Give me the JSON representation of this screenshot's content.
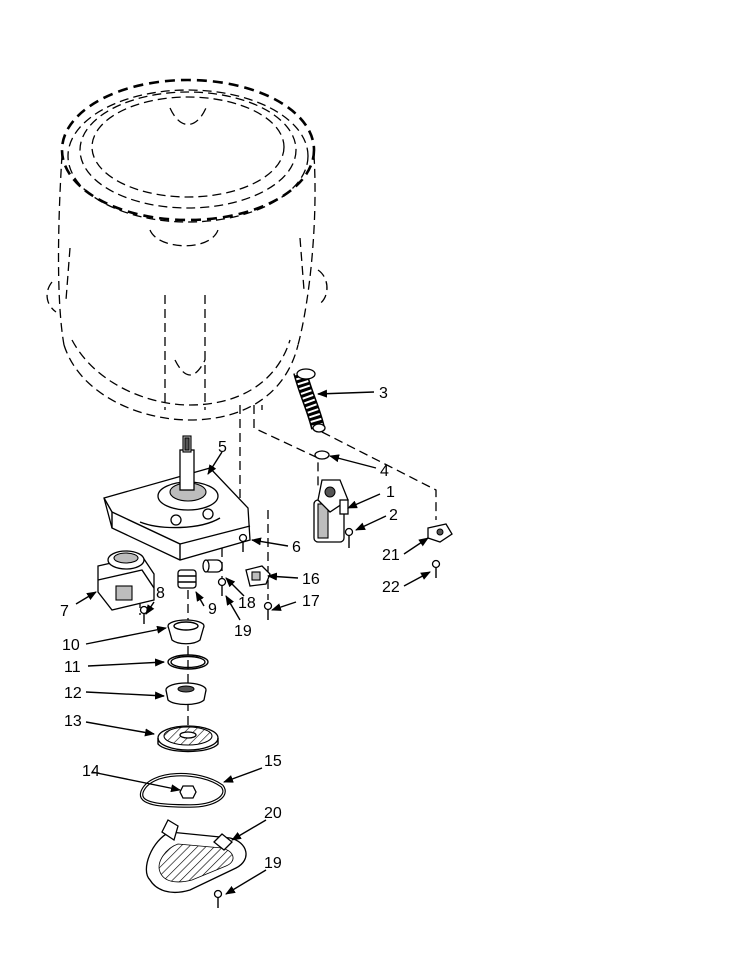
{
  "diagram": {
    "callouts": [
      {
        "id": "1",
        "text": "1"
      },
      {
        "id": "2",
        "text": "2"
      },
      {
        "id": "3",
        "text": "3"
      },
      {
        "id": "4",
        "text": "4"
      },
      {
        "id": "5",
        "text": "5"
      },
      {
        "id": "6",
        "text": "6"
      },
      {
        "id": "7",
        "text": "7"
      },
      {
        "id": "8",
        "text": "8"
      },
      {
        "id": "9",
        "text": "9"
      },
      {
        "id": "10",
        "text": "10"
      },
      {
        "id": "11",
        "text": "11"
      },
      {
        "id": "12",
        "text": "12"
      },
      {
        "id": "13",
        "text": "13"
      },
      {
        "id": "14",
        "text": "14"
      },
      {
        "id": "15",
        "text": "15"
      },
      {
        "id": "16",
        "text": "16"
      },
      {
        "id": "17",
        "text": "17"
      },
      {
        "id": "18",
        "text": "18"
      },
      {
        "id": "19",
        "text": "19"
      },
      {
        "id": "19b",
        "text": "19"
      },
      {
        "id": "20",
        "text": "20"
      },
      {
        "id": "21",
        "text": "21"
      },
      {
        "id": "22",
        "text": "22"
      }
    ]
  }
}
